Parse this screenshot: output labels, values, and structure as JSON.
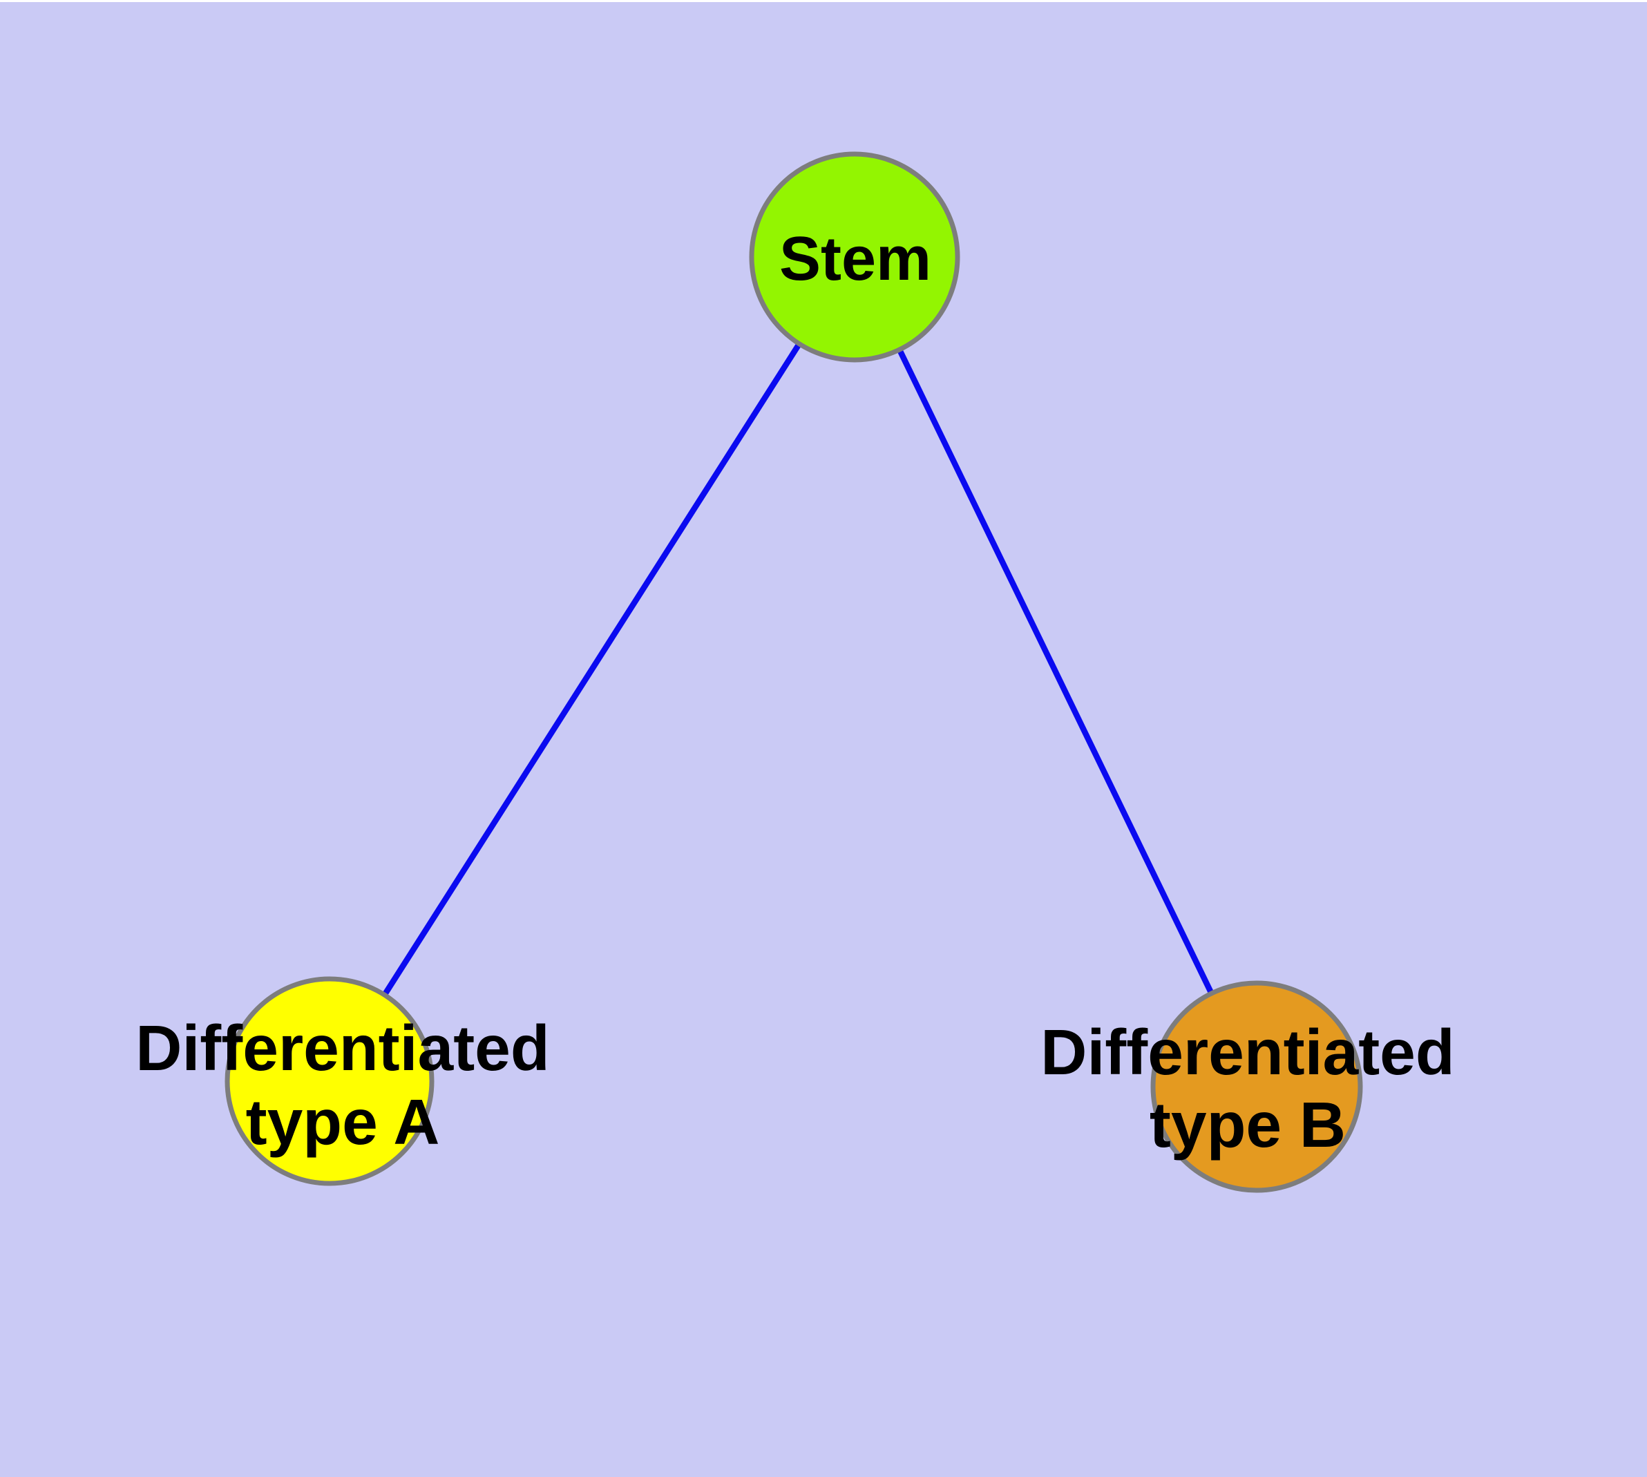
{
  "diagram": {
    "colors": {
      "background": "#cacaf5",
      "top_strip": "#ffffff",
      "edge": "#0a0af0",
      "node_border": "#7d7d7d",
      "label": "#000000"
    },
    "nodes": {
      "stem": {
        "label": "Stem",
        "color": "#93f501"
      },
      "type_a": {
        "label_lines": [
          "Differentiated",
          "type A"
        ],
        "color": "#ffff00"
      },
      "type_b": {
        "label_lines": [
          "Differentiated",
          "type B"
        ],
        "color": "#e49a20"
      }
    },
    "edges": [
      {
        "from": "Stem",
        "to": "Differentiated type A"
      },
      {
        "from": "Stem",
        "to": "Differentiated type B"
      }
    ]
  }
}
